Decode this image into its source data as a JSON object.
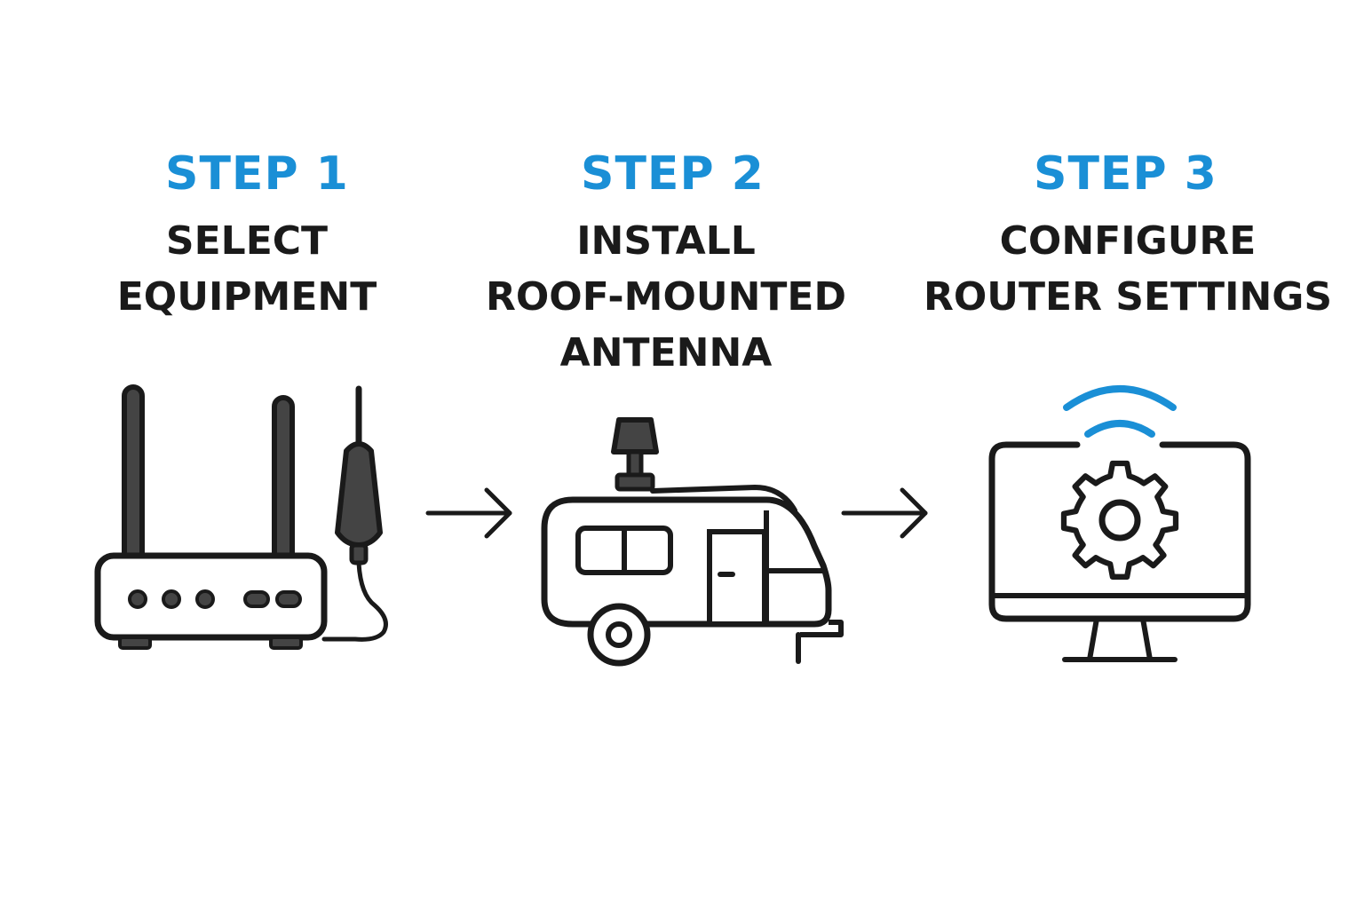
{
  "colors": {
    "accent": "#1a8fd6",
    "text": "#1a1a1a",
    "stroke": "#1a1a1a",
    "fill_dark": "#444444",
    "background": "#ffffff"
  },
  "steps": [
    {
      "label": "STEP 1",
      "title_lines": [
        "SELECT",
        "EQUIPMENT"
      ],
      "icon": "router-icon"
    },
    {
      "label": "STEP 2",
      "title_lines": [
        "INSTALL",
        "ROOF-MOUNTED",
        "ANTENNA"
      ],
      "icon": "rv-trailer-icon"
    },
    {
      "label": "STEP 3",
      "title_lines": [
        "CONFIGURE",
        "ROUTER SETTINGS"
      ],
      "icon": "monitor-gear-icon"
    }
  ],
  "connectors": [
    "arrow-right-icon",
    "arrow-right-icon"
  ]
}
